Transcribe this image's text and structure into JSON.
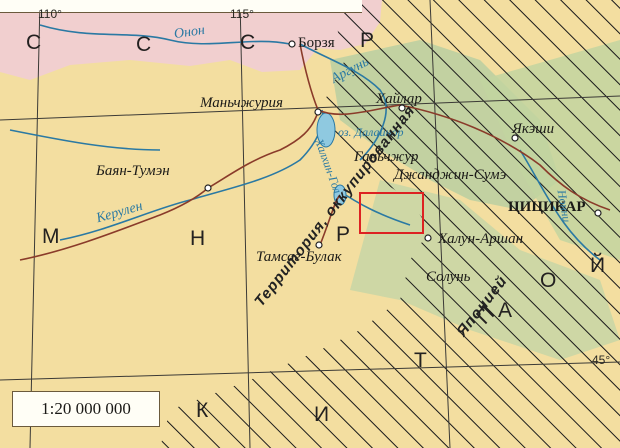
{
  "map": {
    "scale": "1:20 000 000",
    "degrees": {
      "lon110": "110°",
      "lon115": "115°",
      "lat45": "45°"
    },
    "big_letters": {
      "s1": "С",
      "s2": "С",
      "s3": "С",
      "r1": "Р",
      "m": "М",
      "n": "Н",
      "r2": "Р",
      "k": "К",
      "i": "И",
      "t": "Т",
      "a": "А",
      "p": "П",
      "o": "О",
      "ii": "Й"
    },
    "cities": {
      "borzya": "Борзя",
      "manchzhuriya": "Маньчжурия",
      "hailar": "Хайлар",
      "yakshi": "Якэши",
      "bayan_tumen": "Баян-Тумэн",
      "gankhuzhur": "Ганьчжур",
      "dzhandzhin_sume": "Джанджин-Сумэ",
      "tsitsikar": "ЦИЦИКАР",
      "khaluun_arshan": "Халун-Аршан",
      "tamsag_bulak": "Тамсаг-Булак",
      "solun": "Солунь"
    },
    "rivers": {
      "onon": "Онон",
      "argun": "Аргунь",
      "kerulen": "Керулен",
      "khalkhin_gol": "Халхин-Гол",
      "dalainor": "оз. Далайнор",
      "nonni": "Нонни"
    },
    "territories": {
      "japanese": "Территория, оккупированная",
      "japan": "Японией"
    }
  }
}
